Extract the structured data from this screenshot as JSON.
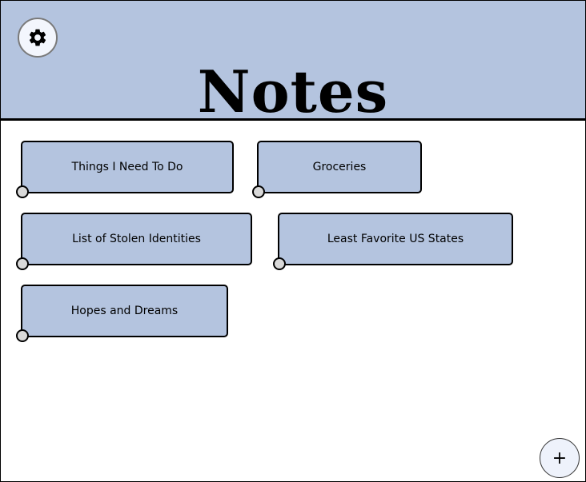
{
  "header": {
    "title": "Notes",
    "settings_icon": "gear-icon"
  },
  "notes": [
    {
      "label": "Things I Need To Do"
    },
    {
      "label": "Groceries"
    },
    {
      "label": "List of Stolen Identities"
    },
    {
      "label": "Least Favorite US States"
    },
    {
      "label": "Hopes and Dreams"
    }
  ],
  "add_button": {
    "icon": "plus-icon",
    "label": "+"
  },
  "colors": {
    "header_bg": "#b4c4df",
    "note_bg": "#b4c4df",
    "handle": "#d9d9d9"
  }
}
